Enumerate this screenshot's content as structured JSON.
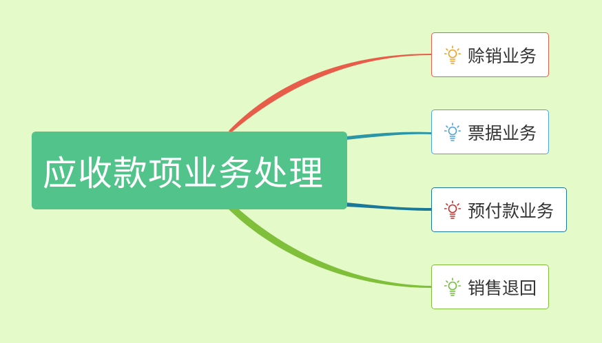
{
  "mindmap": {
    "root": {
      "label": "应收款项业务处理",
      "color": "#52c38b"
    },
    "children": [
      {
        "label": "赊销业务",
        "color": "#e85c4a",
        "icon": "lightbulb-icon",
        "icon_color": "#f0a020"
      },
      {
        "label": "票据业务",
        "color": "#2b96a6",
        "icon": "lightbulb-icon",
        "icon_color": "#4aa3e0"
      },
      {
        "label": "预付款业务",
        "color": "#1a7898",
        "icon": "lightbulb-icon",
        "icon_color": "#c0302a"
      },
      {
        "label": "销售退回",
        "color": "#7fbf3a",
        "icon": "lightbulb-icon",
        "icon_color": "#6fbf3a"
      }
    ],
    "background": "#e4fbc9"
  }
}
